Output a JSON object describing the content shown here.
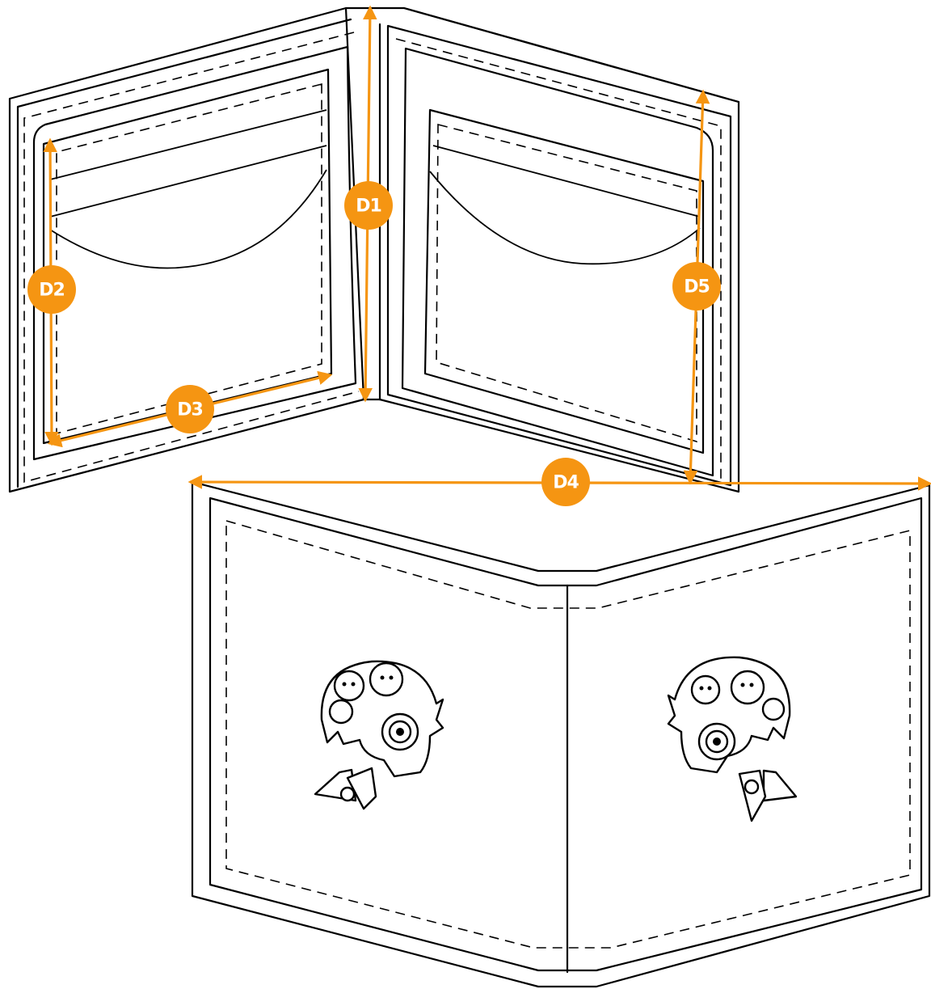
{
  "colors": {
    "accent": "#F59512",
    "line": "#000000",
    "background": "#FFFFFF"
  },
  "dimensions": [
    {
      "id": "d1",
      "label": "D1"
    },
    {
      "id": "d2",
      "label": "D2"
    },
    {
      "id": "d3",
      "label": "D3"
    },
    {
      "id": "d4",
      "label": "D4"
    },
    {
      "id": "d5",
      "label": "D5"
    }
  ]
}
